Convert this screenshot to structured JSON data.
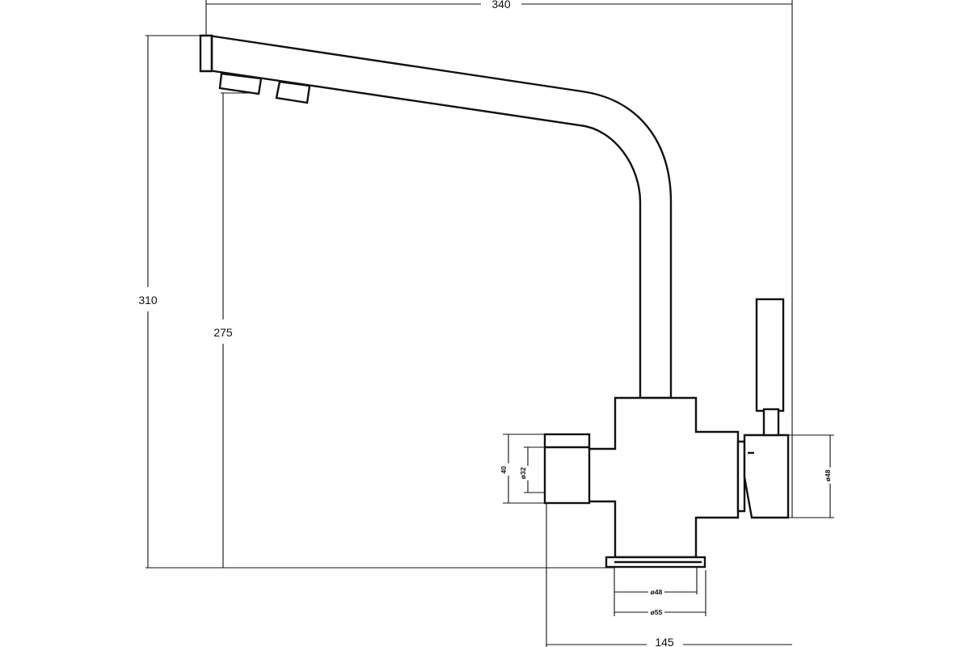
{
  "dimensions": {
    "overall_width": "340",
    "overall_height": "310",
    "spout_height": "275",
    "base_width": "145",
    "side_port_height": "40",
    "side_port_diameter": "ø32",
    "right_port_diameter": "ø48",
    "base_inner_diameter": "ø48",
    "base_outer_diameter": "ø55"
  },
  "colors": {
    "line": "#111111",
    "background": "#ffffff"
  }
}
